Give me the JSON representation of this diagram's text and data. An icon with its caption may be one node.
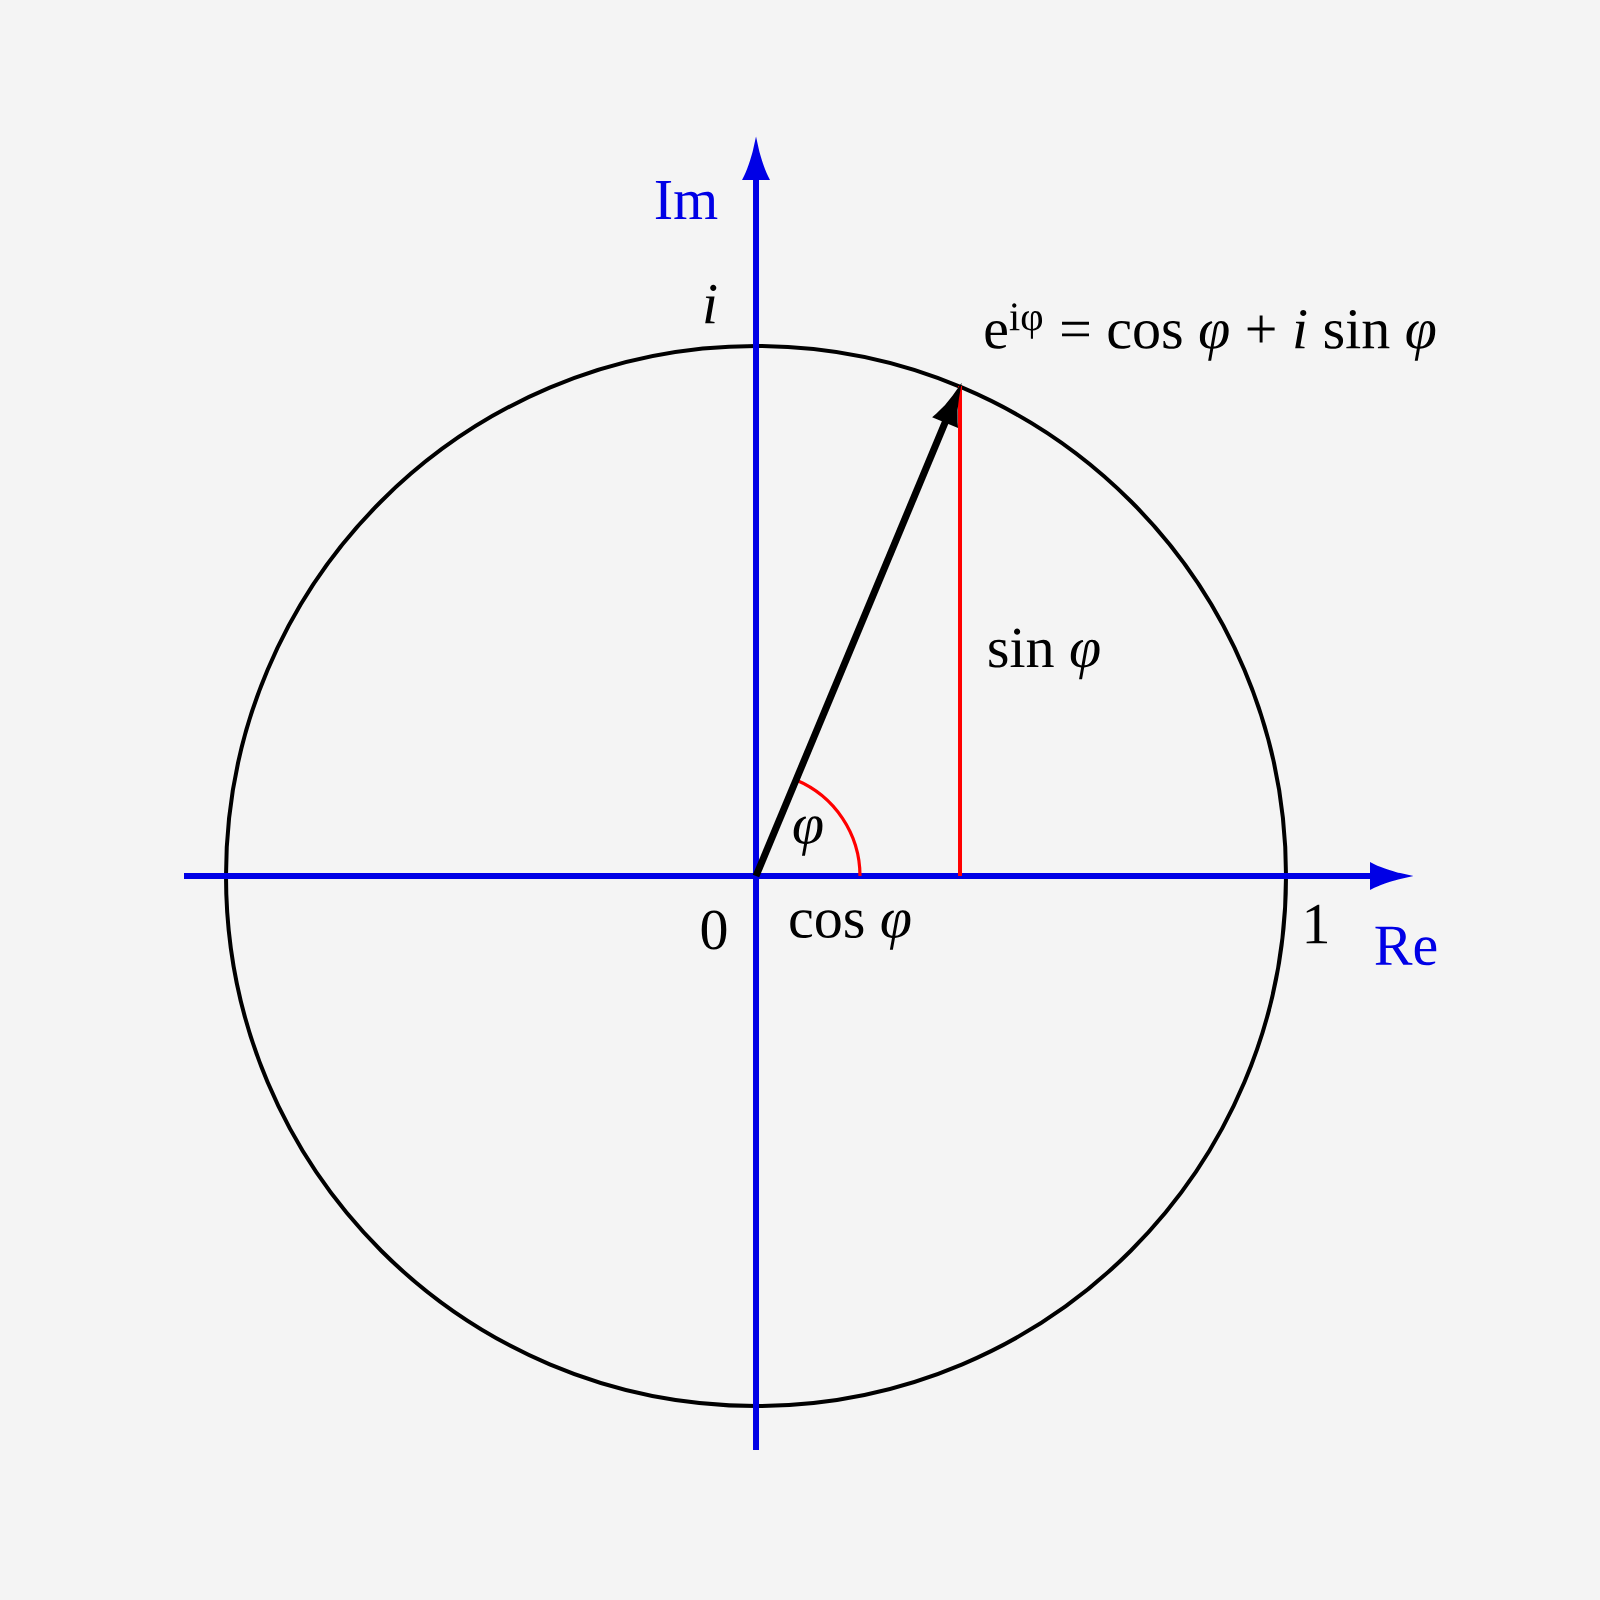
{
  "diagram": {
    "labels": [
      "Im",
      "*i*",
      "e$^{iφ}$ = cos *φ* + *i* sin *φ*",
      "sin *φ*",
      "*φ*",
      "0",
      "cos *φ*",
      "1",
      "Re"
    ]
  }
}
